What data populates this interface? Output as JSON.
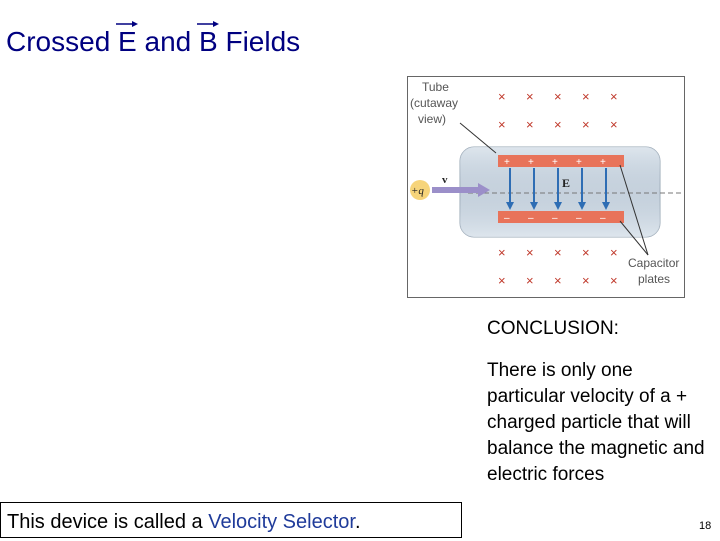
{
  "slide": {
    "title_parts": {
      "prefix": "Crossed ",
      "e": "E",
      "middle": " and ",
      "b": "B",
      "suffix": " Fields"
    },
    "page_number": "18"
  },
  "figure": {
    "label_tube_1": "Tube",
    "label_tube_2": "(cutaway",
    "label_tube_3": "view)",
    "label_plates_1": "Capacitor",
    "label_plates_2": "plates",
    "label_charge": "+q",
    "label_velocity": "v",
    "label_field": "E",
    "plus_sign": "+",
    "minus_sign": "–",
    "cross_mark": "×"
  },
  "conclusion": {
    "heading": "CONCLUSION:",
    "body": "There is only one particular velocity of a + charged particle that will balance the magnetic and electric forces"
  },
  "caption": {
    "prefix": "This device is called a ",
    "highlight": "Velocity Selector",
    "suffix": "."
  },
  "colors": {
    "title": "#000080",
    "highlight": "#1f3b9a",
    "cross": "#c0392b",
    "plate": "#e8735a",
    "field_arrow": "#2e6db4"
  }
}
